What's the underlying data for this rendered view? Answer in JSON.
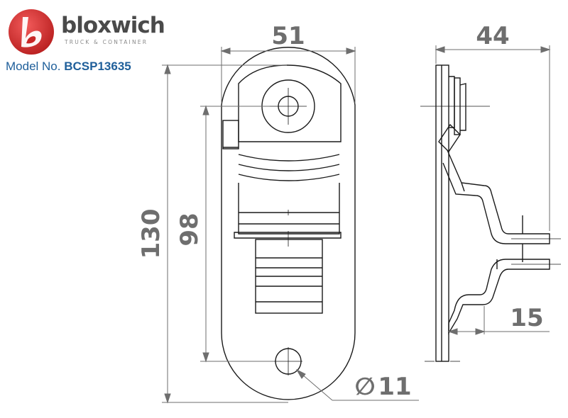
{
  "brand": {
    "name": "bloxwich",
    "tagline": "TRUCK & CONTAINER",
    "accent_color": "#d42b2b"
  },
  "model": {
    "label": "Model No.",
    "number": "BCSP13635",
    "color": "#1f5f9a"
  },
  "dimensions": {
    "front_width": "51",
    "side_width": "44",
    "overall_height": "130",
    "hole_spacing": "98",
    "hole_diameter": "11",
    "diameter_symbol": "∅",
    "flange_depth": "15"
  },
  "colors": {
    "line": "#1a1a1a",
    "dimension": "#6e6e6e"
  }
}
